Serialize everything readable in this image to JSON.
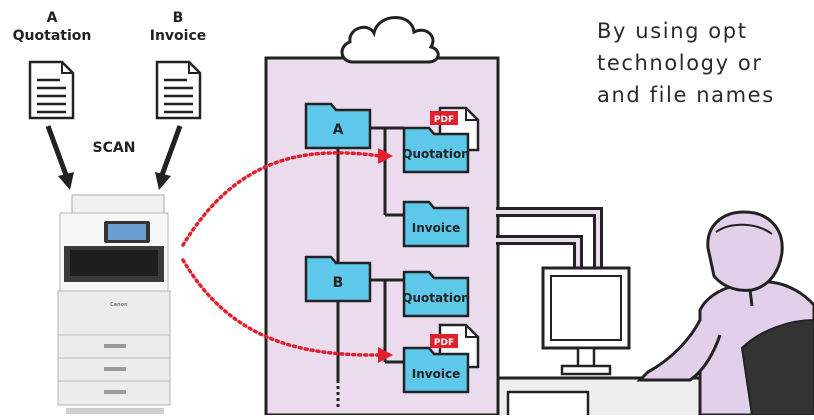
{
  "documents": [
    {
      "letter": "A",
      "name": "Quotation",
      "icon": "document-icon"
    },
    {
      "letter": "B",
      "name": "Invoice",
      "icon": "document-icon"
    }
  ],
  "scan_label": "SCAN",
  "devices": {
    "printer": "multifunction-printer-icon",
    "cloud": "cloud-icon",
    "computer": "computer-monitor-icon",
    "user": "user-at-desk-icon"
  },
  "description_lines": [
    "By using opt",
    "technology or",
    "and file names"
  ],
  "folder_tree": {
    "groups": [
      {
        "name": "A",
        "files": [
          {
            "name": "Quotation",
            "badge": "PDF"
          },
          {
            "name": "Invoice",
            "badge": ""
          }
        ]
      },
      {
        "name": "B",
        "files": [
          {
            "name": "Quotation",
            "badge": ""
          },
          {
            "name": "Invoice",
            "badge": "PDF"
          }
        ]
      }
    ]
  },
  "colors": {
    "panel_fill": "#eadcec",
    "folder_fill": "#5ec8ea",
    "arrow_red": "#e0202c",
    "pdf_badge": "#e0202c",
    "person_fill": "#e2d0ea"
  }
}
